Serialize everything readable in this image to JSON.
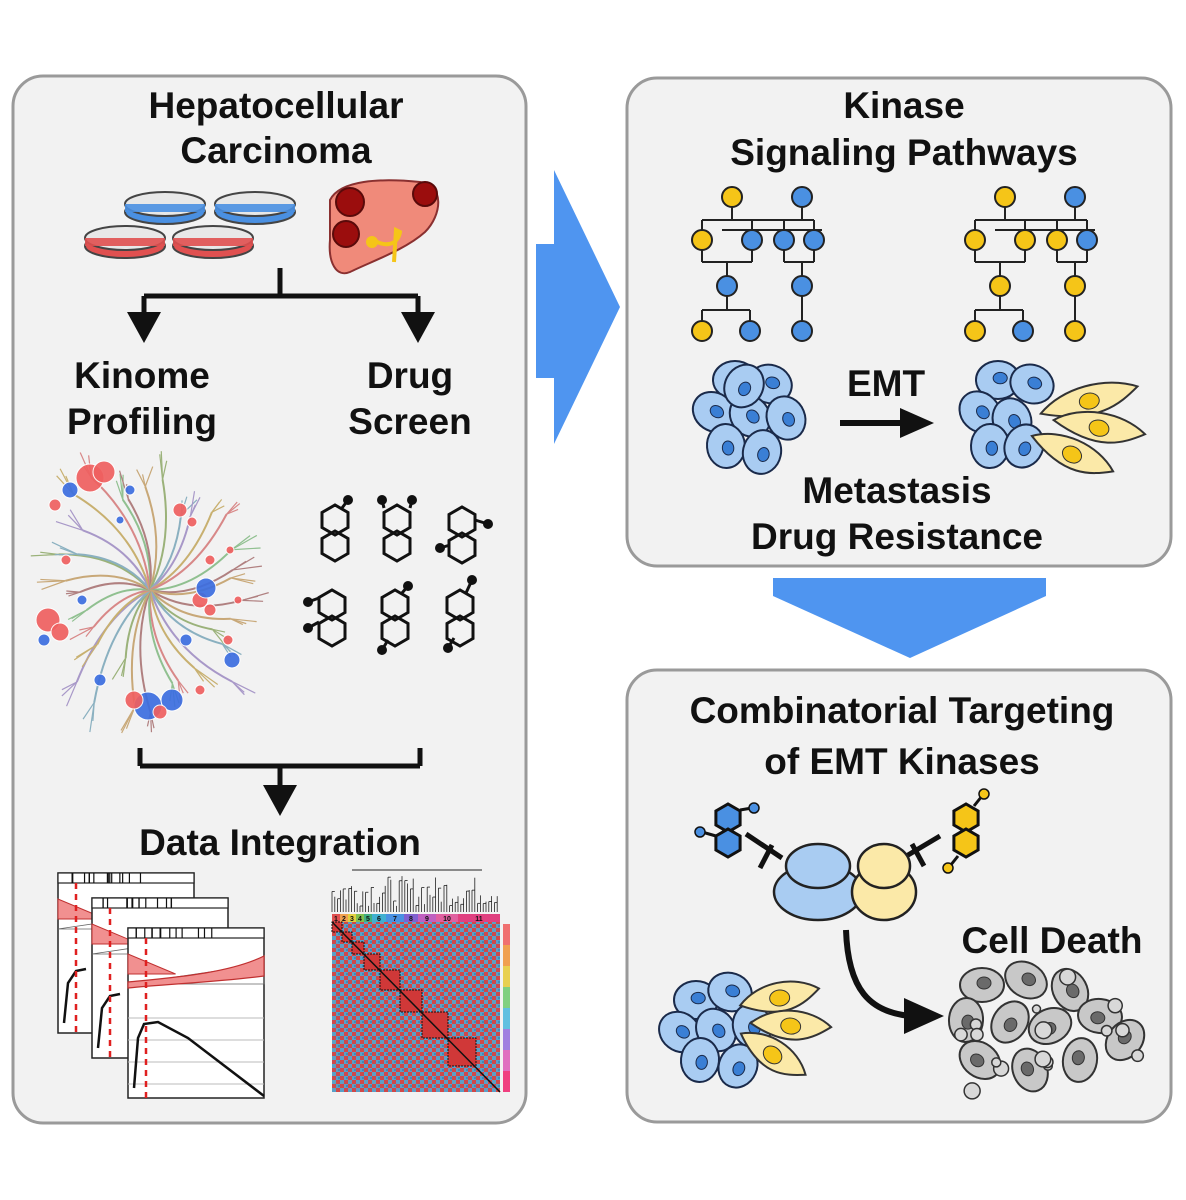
{
  "panels": {
    "hcc": {
      "title_lines": [
        "Hepatocellular",
        "Carcinoma"
      ],
      "branch_left_lines": [
        "Kinome",
        "Profiling"
      ],
      "branch_right_lines": [
        "Drug",
        "Screen"
      ],
      "integration_label": "Data Integration"
    },
    "kinase": {
      "title_lines": [
        "Kinase",
        "Signaling Pathways"
      ],
      "emt_label": "EMT",
      "outcome_lines": [
        "Metastasis",
        "Drug Resistance"
      ]
    },
    "combo": {
      "title_lines": [
        "Combinatorial Targeting",
        "of EMT Kinases"
      ],
      "death_label": "Cell Death"
    }
  },
  "heatmap_cluster_labels": [
    "1",
    "2",
    "3",
    "4",
    "5",
    "6",
    "7",
    "8",
    "9",
    "10",
    "11"
  ],
  "colors": {
    "panel_bg": "#f2f2f2",
    "panel_border": "#9a9a9a",
    "flow_arrow": "#4f95f0",
    "node_blue": "#4a90e2",
    "node_yellow": "#f5c518",
    "cell_blue": "#a9ccf2",
    "cell_yellow": "#fbe9a8",
    "red": "#e05050",
    "dead_cell": "#c8c8c8"
  }
}
